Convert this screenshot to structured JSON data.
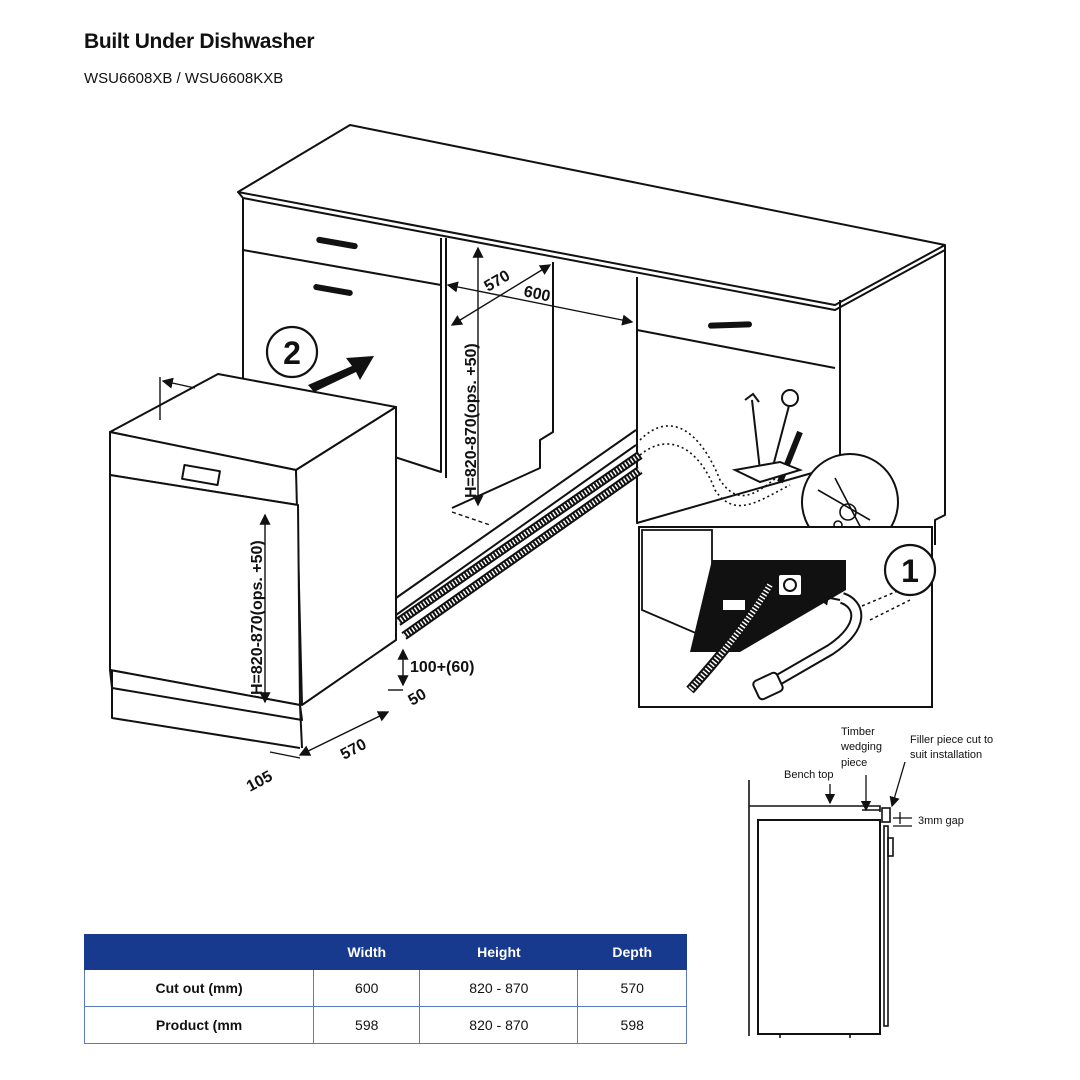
{
  "header": {
    "title": "Built Under Dishwasher",
    "subtitle": "WSU6608XB / WSU6608KXB"
  },
  "diagram": {
    "cutout_depth": "570",
    "cutout_width": "600",
    "cutout_height": "H=820-870(ops. +50)",
    "appliance_height": "H=820-870(ops. +50)",
    "plinth_height": "100+(60)",
    "plinth_recess": "50",
    "appliance_depth": "570",
    "foot_offset": "105",
    "step_1": "1",
    "step_2": "2"
  },
  "detail": {
    "timber_label": [
      "Timber",
      "wedging",
      "piece"
    ],
    "filler_label": [
      "Filler piece cut to",
      "suit installation"
    ],
    "bench_top_label": "Bench top",
    "gap_label": "3mm gap"
  },
  "table": {
    "columns": [
      "",
      "Width",
      "Height",
      "Depth"
    ],
    "rows": [
      {
        "label": "Cut out (mm)",
        "width": "600",
        "height": "820 - 870",
        "depth": "570"
      },
      {
        "label": "Product (mm",
        "width": "598",
        "height": "820 - 870",
        "depth": "598"
      }
    ]
  },
  "colors": {
    "table_header": "#173a8f",
    "table_border": "#5a78c4"
  }
}
